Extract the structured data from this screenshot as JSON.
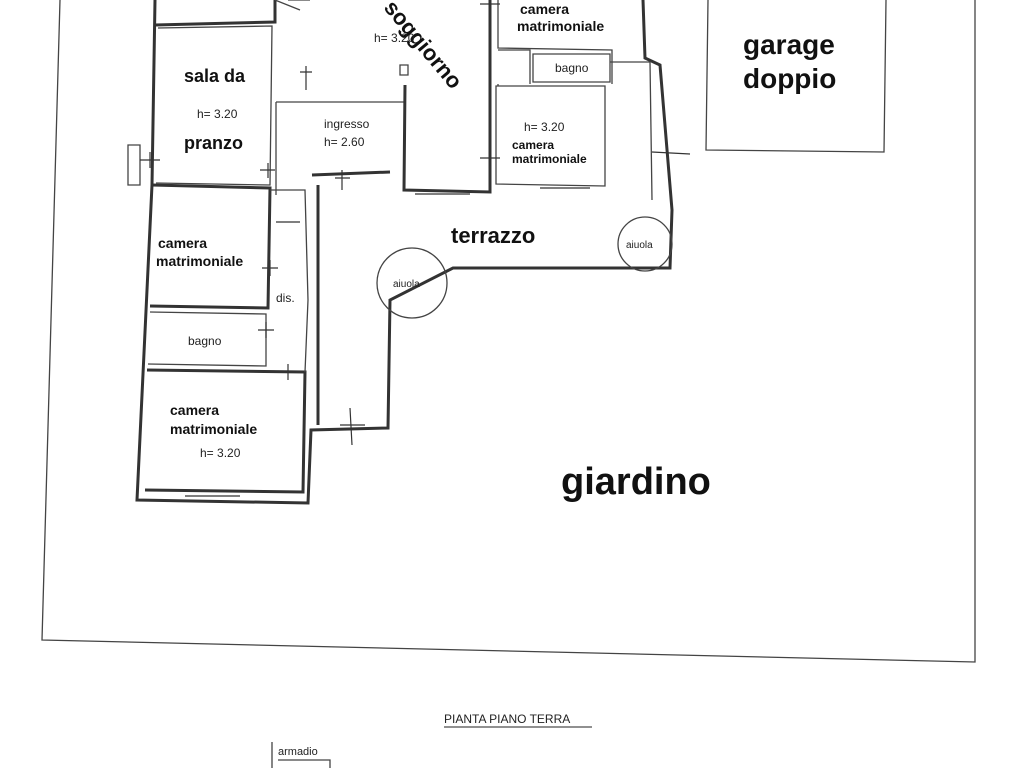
{
  "plan_title": "PIANTA PIANO TERRA",
  "rooms": {
    "soggiorno": {
      "label": "soggiorno",
      "height": "h= 3.20"
    },
    "camera_top": {
      "label_line1": "camera",
      "label_line2": "matrimoniale"
    },
    "garage": {
      "label_line1": "garage",
      "label_line2": "doppio"
    },
    "sala_da_pranzo": {
      "label_line1": "sala da",
      "label_line2": "pranzo",
      "height": "h= 3.20"
    },
    "bagno_top": {
      "label": "bagno"
    },
    "ingresso": {
      "label": "ingresso",
      "height": "h= 2.60"
    },
    "camera_right": {
      "label_line1": "camera",
      "label_line2": "matrimoniale",
      "height": "h= 3.20"
    },
    "terrazzo": {
      "label": "terrazzo"
    },
    "aiuola_right": {
      "label": "aiuola"
    },
    "aiuola_left": {
      "label": "aiuola"
    },
    "camera_left": {
      "label_line1": "camera",
      "label_line2": "matrimoniale"
    },
    "dis": {
      "label": "dis."
    },
    "bagno_left": {
      "label": "bagno"
    },
    "camera_bottom": {
      "label_line1": "camera",
      "label_line2": "matrimoniale",
      "height": "h= 3.20"
    },
    "giardino": {
      "label": "giardino"
    },
    "armadio": {
      "label": "armadio"
    }
  }
}
